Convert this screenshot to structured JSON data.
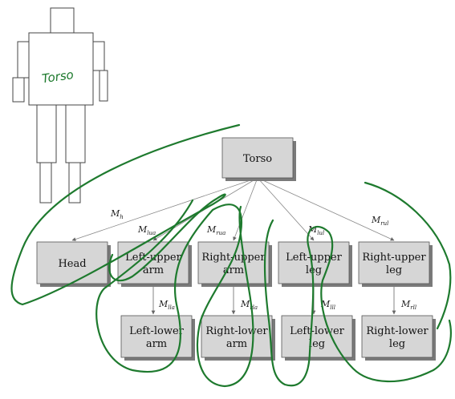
{
  "figure": {
    "robot_label": "Torso",
    "root": "Torso",
    "children": [
      {
        "label": "Head",
        "edge": {
          "base": "M",
          "sub": "h"
        },
        "lower": null
      },
      {
        "label": "Left-upper arm",
        "edge": {
          "base": "M",
          "sub": "lua"
        },
        "lower": {
          "label": "Left-lower arm",
          "edge": {
            "base": "M",
            "sub": "lla"
          }
        }
      },
      {
        "label": "Right-upper arm",
        "edge": {
          "base": "M",
          "sub": "rua"
        },
        "lower": {
          "label": "Right-lower arm",
          "edge": {
            "base": "M",
            "sub": "rla"
          }
        }
      },
      {
        "label": "Left-upper leg",
        "edge": {
          "base": "M",
          "sub": "lul"
        },
        "lower": {
          "label": "Left-lower leg",
          "edge": {
            "base": "M",
            "sub": "lll"
          }
        }
      },
      {
        "label": "Right-upper leg",
        "edge": {
          "base": "M",
          "sub": "rul"
        },
        "lower": {
          "label": "Right-lower leg",
          "edge": {
            "base": "M",
            "sub": "rll"
          }
        }
      }
    ]
  },
  "colors": {
    "box_fill": "#d6d6d6",
    "box_shadow": "#7a7a7a",
    "edge": "#888888",
    "ink": "#1e7a2e"
  }
}
